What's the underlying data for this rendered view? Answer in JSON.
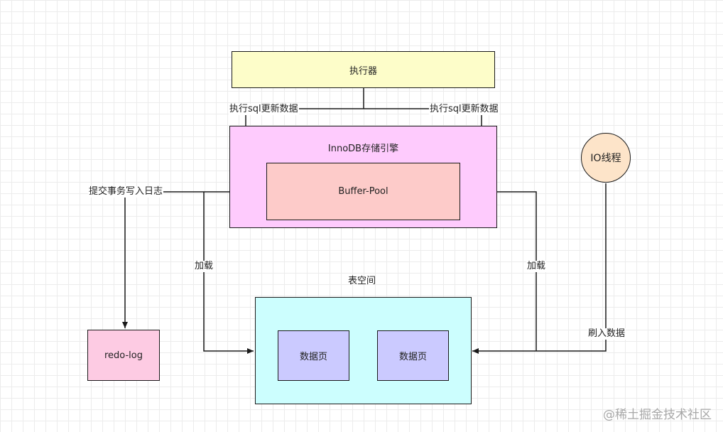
{
  "nodes": {
    "executor": "执行器",
    "innodb": "InnoDB存储引擎",
    "buffer_pool": "Buffer-Pool",
    "io_thread": "IO线程",
    "tablespace": "表空间",
    "data_page_1": "数据页",
    "data_page_2": "数据页",
    "redo_log": "redo-log"
  },
  "edge_labels": {
    "exec_sql_left": "执行sql更新数据",
    "exec_sql_right": "执行sql更新数据",
    "commit_log": "提交事务写入日志",
    "load_left": "加载",
    "load_right": "加载",
    "flush": "刷入数据"
  },
  "watermark": "@稀土掘金技术社区",
  "colors": {
    "executor_fill": "#fdfdc9",
    "innodb_fill": "#fecbfd",
    "buffer_pool_fill": "#fdcbc9",
    "io_thread_fill": "#fde4c9",
    "tablespace_fill": "#ccfefe",
    "data_page_fill": "#cbcaff",
    "redo_log_fill": "#fdcbe3",
    "stroke": "#1a1a1a"
  }
}
